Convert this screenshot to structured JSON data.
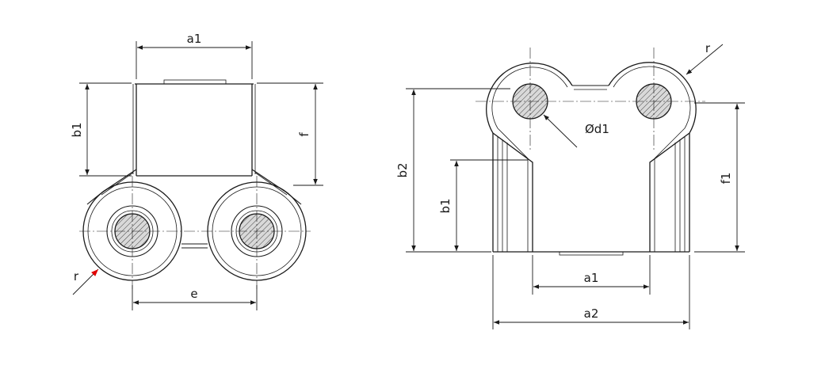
{
  "labels": {
    "left_a1": "a1",
    "left_b1": "b1",
    "left_f": "f",
    "left_e": "e",
    "left_r": "r",
    "right_r": "r",
    "right_d1": "Ød1",
    "right_b2": "b2",
    "right_b1": "b1",
    "right_f1": "f1",
    "right_a1": "a1",
    "right_a2": "a2"
  },
  "colors": {
    "line": "#1a1a1a",
    "pin_fill": "#d9d9d9",
    "accent_arrow": "#e00000"
  }
}
